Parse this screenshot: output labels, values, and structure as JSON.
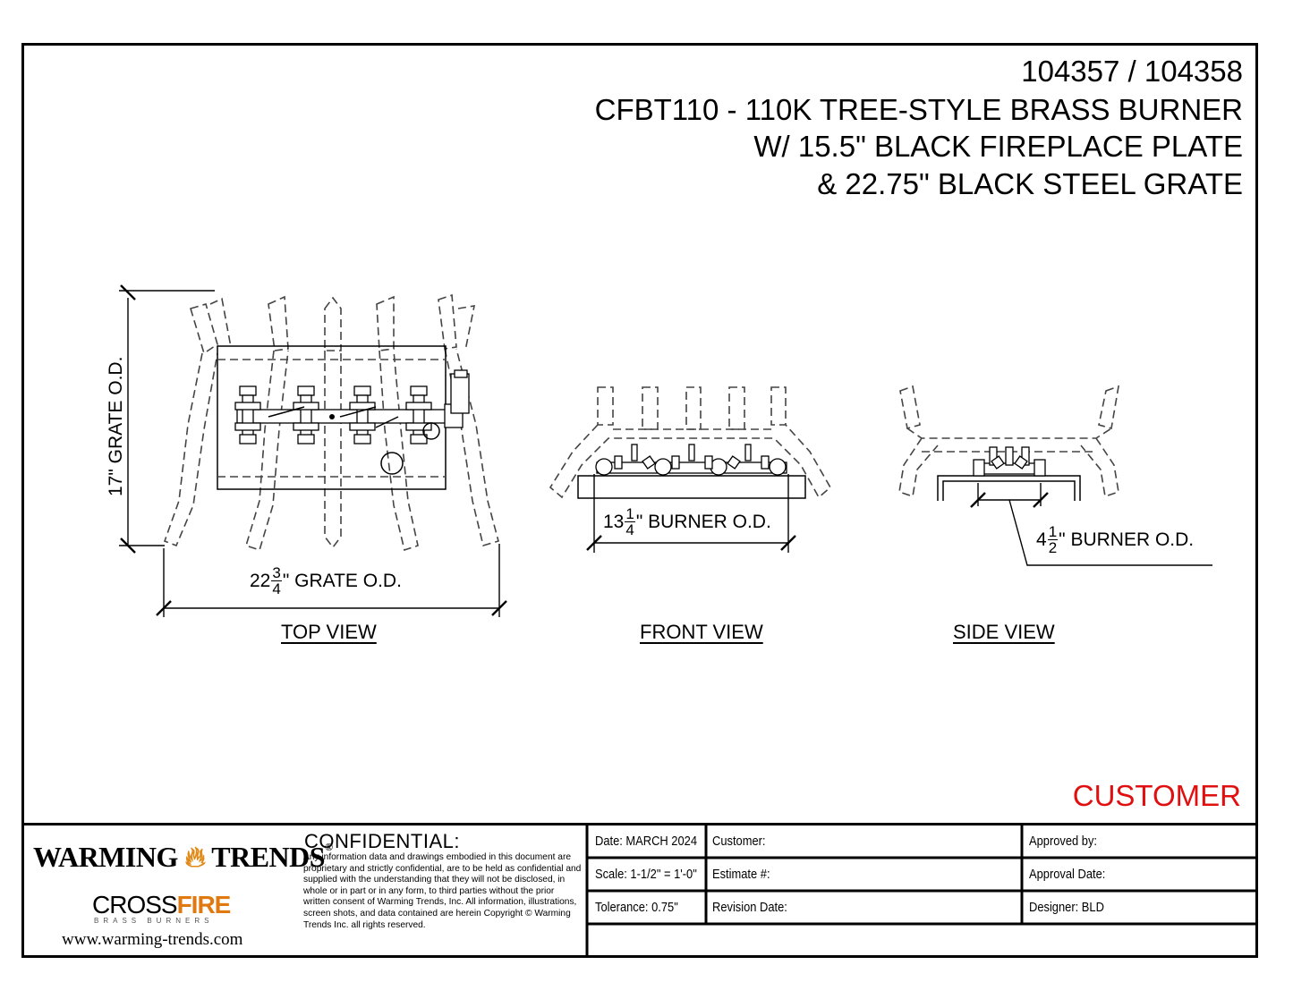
{
  "title": {
    "lines": [
      "104357 / 104358",
      "CFBT110 - 110K TREE-STYLE BRASS BURNER",
      "W/ 15.5\" BLACK FIREPLACE PLATE",
      "& 22.75\" BLACK STEEL GRATE"
    ]
  },
  "views": {
    "top": "TOP VIEW",
    "front": "FRONT VIEW",
    "side": "SIDE VIEW"
  },
  "dimensions": {
    "grate_height": "17\" GRATE O.D.",
    "grate_width": {
      "whole": "22",
      "num": "3",
      "den": "4",
      "label": "\" GRATE O.D."
    },
    "front_burner": {
      "whole": "13",
      "num": "1",
      "den": "4",
      "label": "\" BURNER O.D."
    },
    "side_burner": {
      "whole": "4",
      "num": "1",
      "den": "2",
      "label": "\" BURNER O.D."
    }
  },
  "stamp": {
    "text": "CUSTOMER",
    "color": "#e01010"
  },
  "logo": {
    "brand_a": "WARMING",
    "brand_b": "TRENDS",
    "mark": "®",
    "sub_a": "CROSS",
    "sub_b": "FIRE",
    "tagline": "BRASS BURNERS",
    "url": "www.warming-trends.com"
  },
  "confidential": {
    "title": "CONFIDENTIAL:",
    "body": "Any information data and drawings embodied in this document are proprietary and strictly confidential, are to be held as confidential and supplied with the understanding that they will not be disclosed, in whole or in part or in any form, to third parties without the prior written consent of Warming Trends, Inc. All information, illustrations, screen shots, and data contained are herein Copyright © Warming Trends Inc. all rights reserved."
  },
  "title_block": {
    "date": "Date: MARCH 2024",
    "scale": "Scale: 1-1/2\" = 1'-0\"",
    "tolerance": "Tolerance: 0.75\"",
    "customer": "Customer:",
    "estimate": "Estimate #:",
    "revision": "Revision Date:",
    "approved_by": "Approved by:",
    "approval_date": "Approval Date:",
    "designer": "Designer: BLD"
  }
}
